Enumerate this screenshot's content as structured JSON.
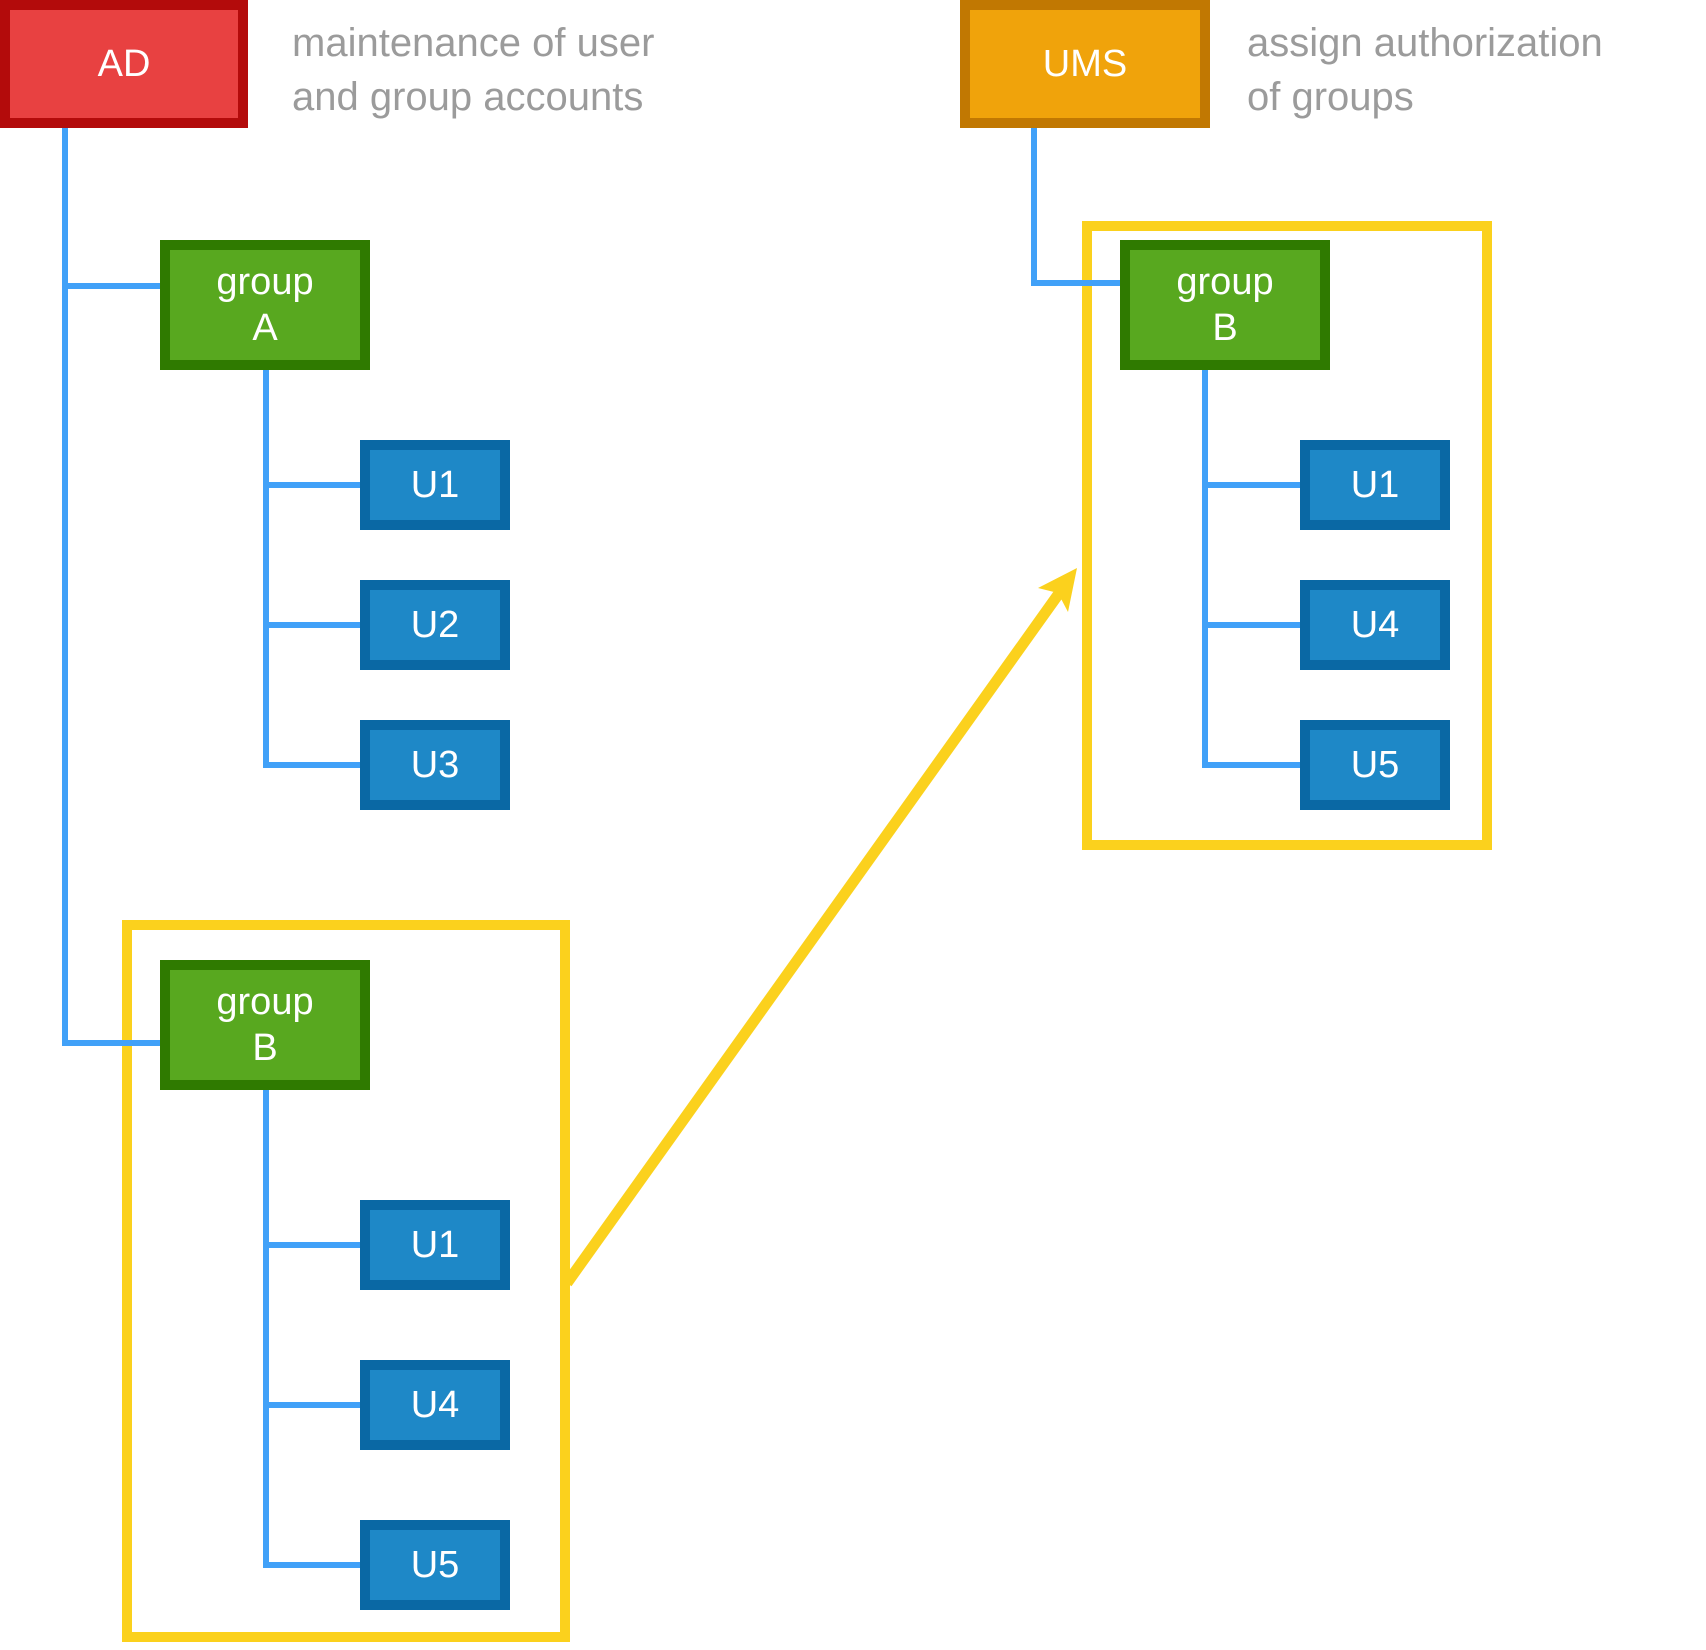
{
  "diagram": {
    "ad": {
      "label": "AD",
      "note": [
        "maintenance of user",
        "and group accounts"
      ]
    },
    "ums": {
      "label": "UMS",
      "note": [
        "assign authorization",
        "of groups"
      ]
    },
    "ad_tree": {
      "group_a": {
        "name": "group",
        "letter": "A",
        "users": [
          "U1",
          "U2",
          "U3"
        ]
      },
      "group_b": {
        "name": "group",
        "letter": "B",
        "users": [
          "U1",
          "U4",
          "U5"
        ]
      }
    },
    "ums_tree": {
      "group_b": {
        "name": "group",
        "letter": "B",
        "users": [
          "U1",
          "U4",
          "U5"
        ]
      }
    },
    "colors": {
      "ad_fill": "#e84141",
      "ad_border": "#b30b0b",
      "ums_fill": "#f0a30b",
      "ums_border": "#c17802",
      "group_fill": "#58a81f",
      "group_border": "#2f7a00",
      "user_fill": "#1e88c7",
      "user_border": "#0a68a4",
      "connector": "#41a1f8",
      "highlight": "#fbd11d",
      "note_text": "#9b9b9b"
    }
  }
}
